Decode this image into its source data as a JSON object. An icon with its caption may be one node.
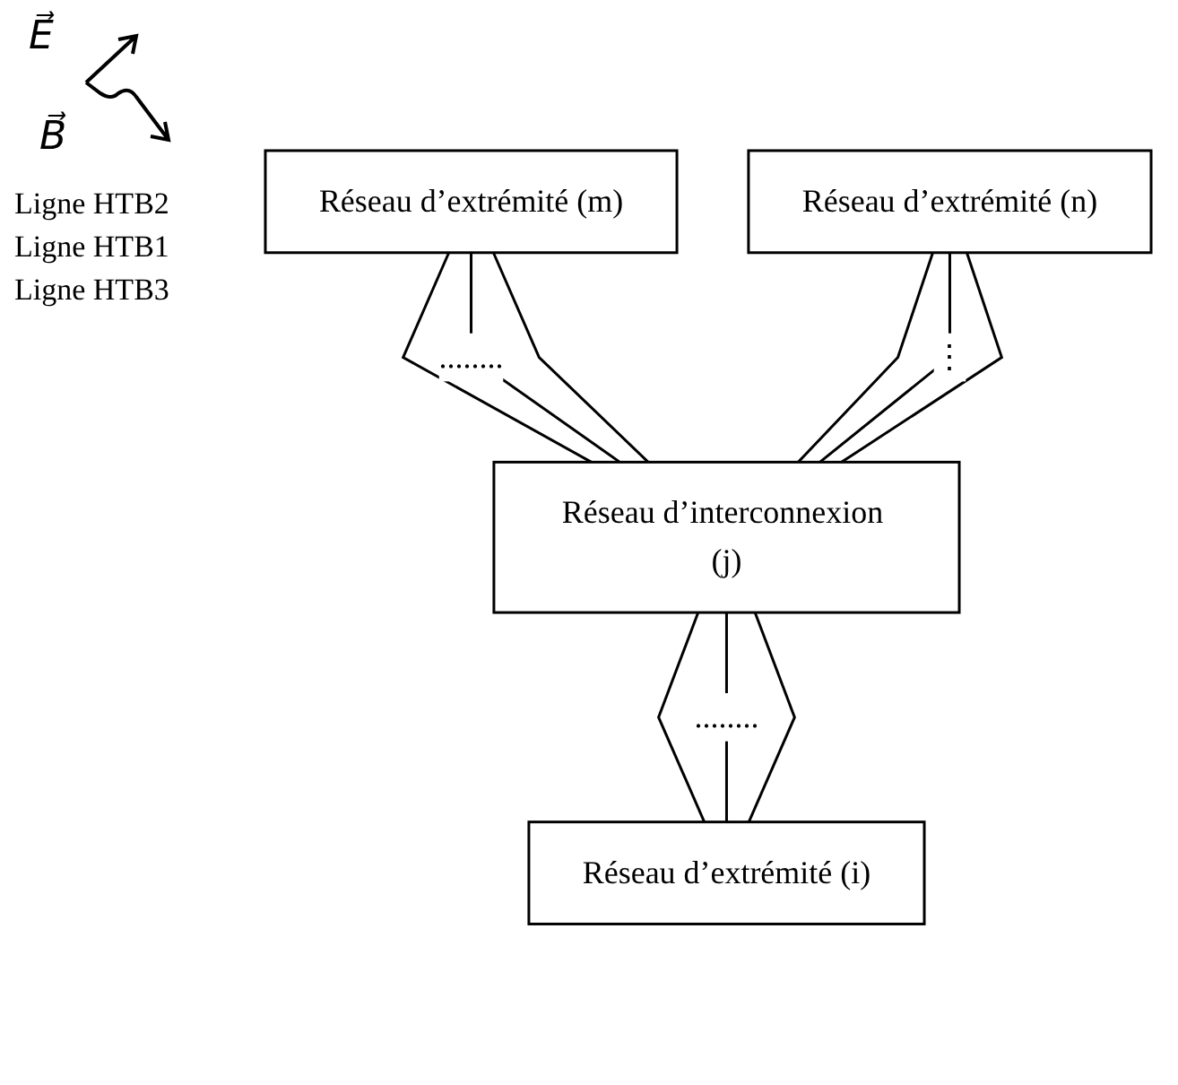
{
  "diagram": {
    "nodes": [
      {
        "text": [
          "Réseau d’extrémité (m)"
        ]
      },
      {
        "text": [
          "Réseau d’extrémité (n)"
        ]
      },
      {
        "text": [
          "Réseau d’interconnexion (j)"
        ]
      },
      {
        "text": [
          "Réseau d’extrémité (i)"
        ]
      }
    ],
    "edges": [
      {
        "from": 0,
        "to": 2,
        "arrow": "none"
      },
      {
        "from": 0,
        "to": 2,
        "arrow": "none",
        "label": "........"
      },
      {
        "from": 0,
        "to": 2,
        "arrow": "none"
      },
      {
        "from": 1,
        "to": 2,
        "arrow": "none"
      },
      {
        "from": 1,
        "to": 2,
        "arrow": "none",
        "label": "⋮"
      },
      {
        "from": 1,
        "to": 2,
        "arrow": "none"
      },
      {
        "from": 2,
        "to": 3,
        "arrow": "none"
      },
      {
        "from": 2,
        "to": 3,
        "arrow": "none",
        "label": "........"
      },
      {
        "from": 2,
        "to": 3,
        "arrow": "none"
      }
    ],
    "labels": [
      "E⃗",
      "B⃗",
      "Ligne HTB2",
      "Ligne HTB1",
      "Ligne HTB3"
    ]
  }
}
